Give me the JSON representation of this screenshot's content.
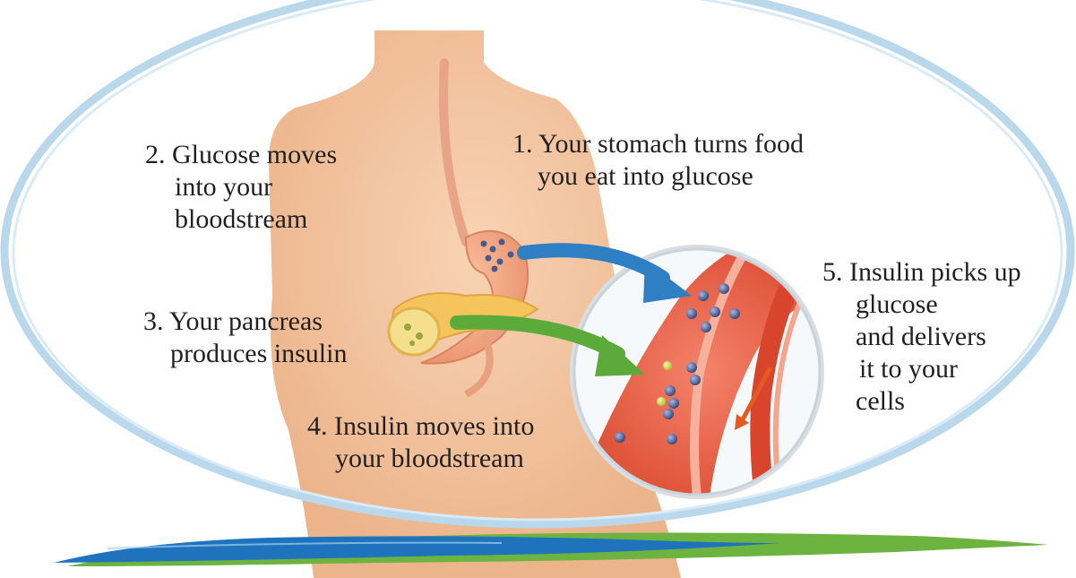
{
  "steps": [
    {
      "lines": [
        "1. Your stomach turns food",
        "you eat into glucose"
      ]
    },
    {
      "lines": [
        "2. Glucose moves",
        "into your",
        "bloodstream"
      ]
    },
    {
      "lines": [
        "3. Your pancreas",
        "produces insulin"
      ]
    },
    {
      "lines": [
        "4. Insulin moves into",
        "your bloodstream"
      ]
    },
    {
      "lines": [
        "5. Insulin picks up",
        "glucose",
        "and delivers",
        "it to your",
        "cells"
      ]
    }
  ],
  "colors": {
    "ellipse": "#b9d8ec",
    "skin": "#f3c09a",
    "stomach": "#f0a07a",
    "pancreas": "#f6c45c",
    "vessel": "#e65a3c",
    "glucose": "#4a5a8c",
    "insulin": "#c9d64a",
    "arrow_glucose": "#2f7fc4",
    "arrow_insulin": "#5cab3a",
    "swoosh_blue": "#1f73bd",
    "swoosh_green": "#6cb33f"
  },
  "icons": {
    "body": "human-torso-icon",
    "stomach": "stomach-icon",
    "pancreas": "pancreas-icon",
    "vessel": "blood-vessel-magnifier-icon"
  }
}
